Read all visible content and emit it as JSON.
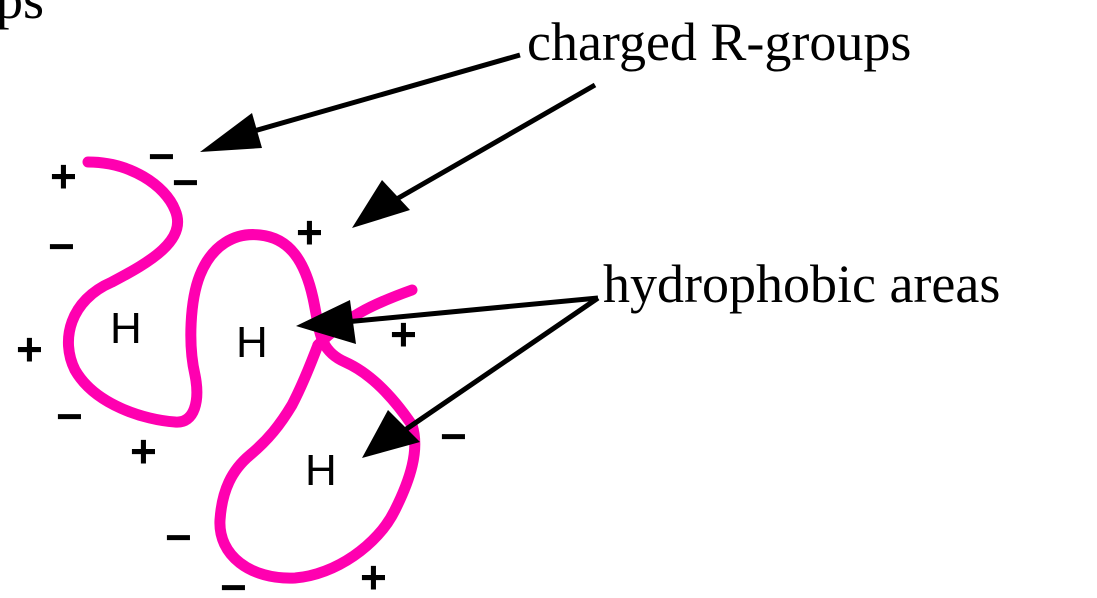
{
  "labels": {
    "cropped_top_left": "ps",
    "charged": "charged R-groups",
    "hydrophobic": "hydrophobic areas",
    "h": "H",
    "plus": "+",
    "minus": "−"
  },
  "colors": {
    "protein_chain": "#ff00b0",
    "ink": "#000000",
    "background": "#ffffff"
  }
}
